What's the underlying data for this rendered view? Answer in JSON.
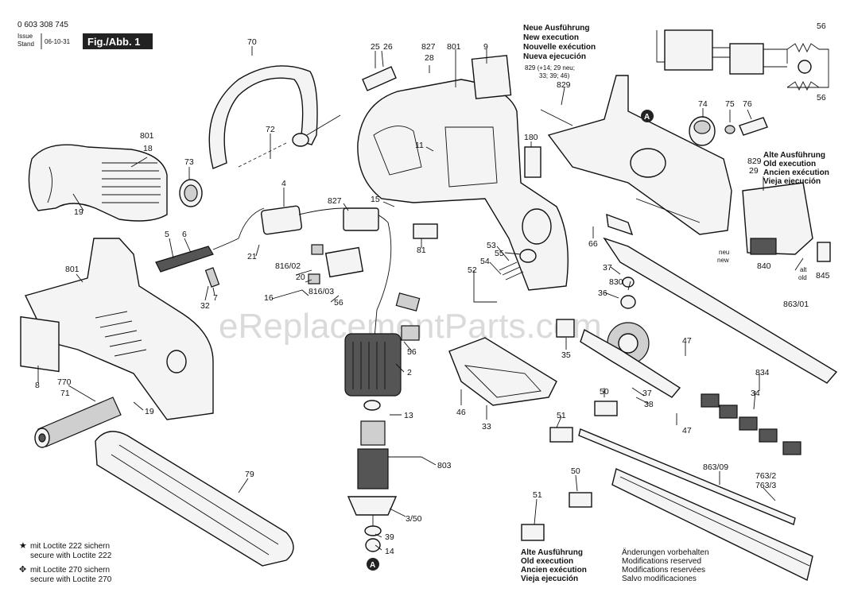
{
  "header": {
    "doc_number": "0 603 308 745",
    "issue_label_1": "Issue",
    "issue_label_2": "Stand",
    "issue_date": "06-10-31",
    "fig_title": "Fig./Abb. 1"
  },
  "watermark": "eReplacementParts.com",
  "notes": {
    "new_execution": [
      "Neue Ausführung",
      "New execution",
      "Nouvelle exécution",
      "Nueva ejecución"
    ],
    "new_execution_ref_1": "829 (+14; 29 neu;",
    "new_execution_ref_2": "33; 39; 46)",
    "old_execution_a": [
      "Alte Ausführung",
      "Old execution",
      "Ancien exécution",
      "Vieja ejecución"
    ],
    "old_execution_b": [
      "Alte Ausführung",
      "Old execution",
      "Ancien exécution",
      "Vieja ejecución"
    ],
    "modifications": [
      "Änderungen vorbehalten",
      "Modifications reserved",
      "Modifications reservées",
      "Salvo modificaciones"
    ],
    "neu_new": [
      "neu",
      "new"
    ],
    "alt_old": [
      "alt",
      "old"
    ],
    "legend_star_1": "mit Loctite 222 sichern",
    "legend_star_2": "secure with Loctite 222",
    "legend_cross_1": "mit Loctite 270 sichern",
    "legend_cross_2": "secure with Loctite 270"
  },
  "callouts": [
    "70",
    "25",
    "26",
    "827",
    "28",
    "801",
    "9",
    "829",
    "56",
    "56",
    "801",
    "18",
    "73",
    "72",
    "74",
    "75",
    "76",
    "11",
    "180",
    "829",
    "29",
    "4",
    "827",
    "15",
    "19",
    "5",
    "6",
    "21",
    "816/02",
    "20",
    "816/03",
    "16",
    "32",
    "7",
    "56",
    "81",
    "53",
    "55",
    "54",
    "52",
    "66",
    "37",
    "36",
    "830",
    "863/01",
    "801",
    "840",
    "845",
    "8",
    "770",
    "71",
    "19",
    "2",
    "56",
    "35",
    "47",
    "13",
    "46",
    "33",
    "50",
    "37",
    "38",
    "834",
    "34",
    "47",
    "51",
    "803",
    "3/50",
    "39",
    "14",
    "51",
    "50",
    "863/09",
    "763/2",
    "763/3",
    "79"
  ],
  "markers": {
    "a_top": "A",
    "a_bottom": "A"
  }
}
